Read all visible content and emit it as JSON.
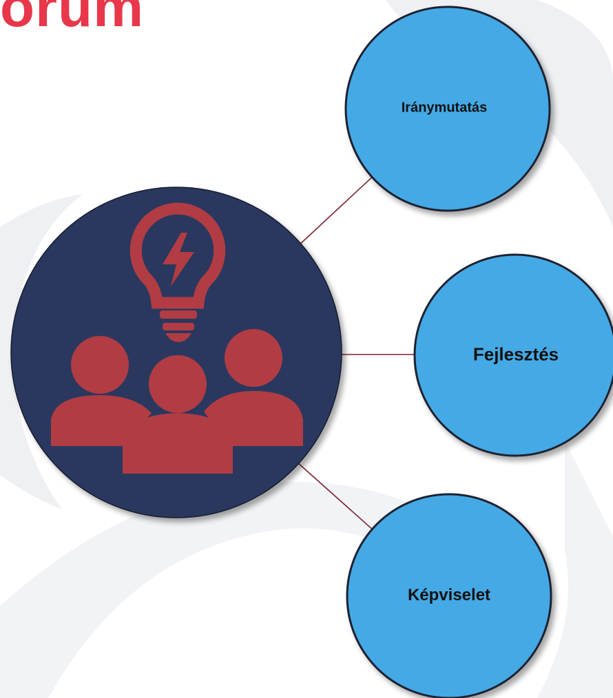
{
  "title": "orum",
  "colors": {
    "title": "#e8374a",
    "hub_fill": "#2b385e",
    "hub_icon": "#b23c43",
    "node_fill": "#45a9e5",
    "node_stroke": "#1c2430",
    "connector": "#7a2430",
    "background_shape": "#eef0f3"
  },
  "hub": {
    "icon": "lightbulb-team-icon"
  },
  "nodes": [
    {
      "id": "iranymutatas",
      "label": "Iránymutatás"
    },
    {
      "id": "fejlesztes",
      "label": "Fejlesztés"
    },
    {
      "id": "kepviselet",
      "label": "Képviselet"
    }
  ]
}
